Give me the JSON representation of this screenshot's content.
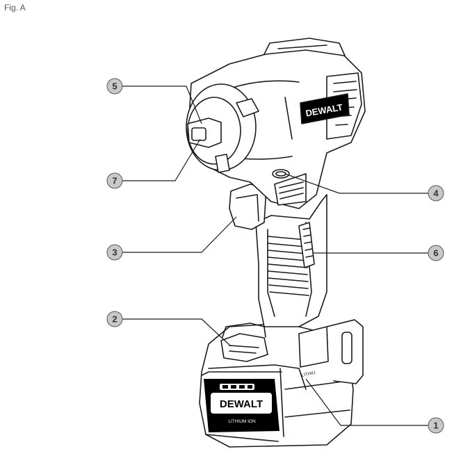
{
  "figure": {
    "label": "Fig. A"
  },
  "callouts": [
    {
      "id": "c5",
      "number": "5"
    },
    {
      "id": "c7",
      "number": "7"
    },
    {
      "id": "c4",
      "number": "4"
    },
    {
      "id": "c3",
      "number": "3"
    },
    {
      "id": "c6",
      "number": "6"
    },
    {
      "id": "c2",
      "number": "2"
    },
    {
      "id": "c1",
      "number": "1"
    }
  ],
  "tool": {
    "brand": "DEWALT",
    "battery_brand": "DEWALT",
    "battery_text": "LITHIUM ION",
    "battery_side_text": "LITHIU",
    "colors": {
      "outline": "#1a1a1a",
      "callout_fill": "#c8c8c8",
      "badge_fill": "#000000",
      "badge_text": "#ffffff"
    }
  }
}
